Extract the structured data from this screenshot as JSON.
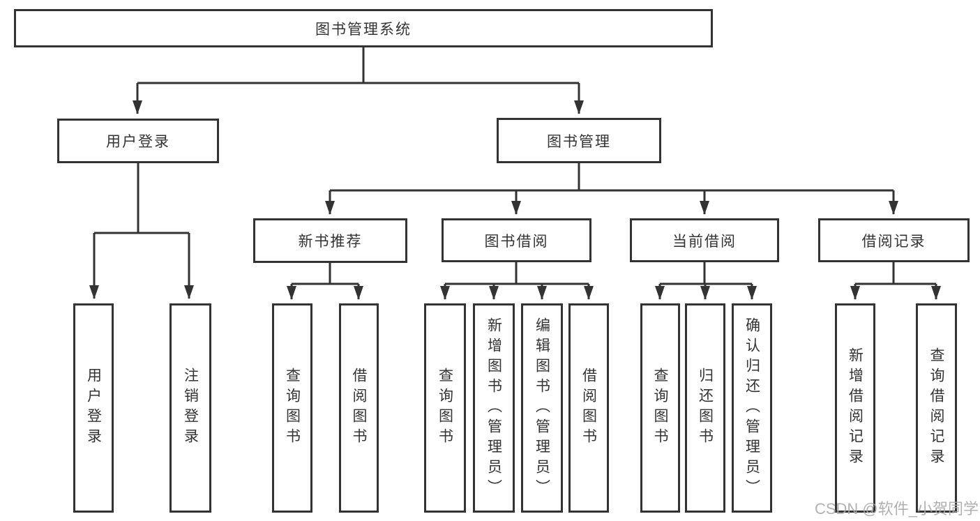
{
  "labels": {
    "root": "图书管理系统",
    "user_login": "用户登录",
    "book_management": "图书管理",
    "new_book_recommend": "新书推荐",
    "book_borrow": "图书借阅",
    "current_borrow": "当前借阅",
    "borrow_record": "借阅记录",
    "leaf_user_login": "用户登录",
    "leaf_logout": "注销登录",
    "leaf_query_book_a": "查询图书",
    "leaf_borrow_book_a": "借阅图书",
    "leaf_query_book_b": "查询图书",
    "leaf_add_book_admin": "新增图书（管理员）",
    "leaf_edit_book_admin": "编辑图书（管理员）",
    "leaf_borrow_book_b": "借阅图书",
    "leaf_query_book_c": "查询图书",
    "leaf_return_book": "归还图书",
    "leaf_confirm_return_admin": "确认归还（管理员）",
    "leaf_add_borrow_record": "新增借阅记录",
    "leaf_query_borrow_record": "查询借阅记录"
  },
  "hierarchy": {
    "root": "图书管理系统",
    "children": [
      {
        "label": "用户登录",
        "children": [
          "用户登录",
          "注销登录"
        ]
      },
      {
        "label": "图书管理",
        "children": [
          {
            "label": "新书推荐",
            "children": [
              "查询图书",
              "借阅图书"
            ]
          },
          {
            "label": "图书借阅",
            "children": [
              "查询图书",
              "新增图书（管理员）",
              "编辑图书（管理员）",
              "借阅图书"
            ]
          },
          {
            "label": "当前借阅",
            "children": [
              "查询图书",
              "归还图书",
              "确认归还（管理员）"
            ]
          },
          {
            "label": "借阅记录",
            "children": [
              "新增借阅记录",
              "查询借阅记录"
            ]
          }
        ]
      }
    ]
  },
  "watermark": "CSDN @软件_小贺同学",
  "colors": {
    "line": "#333333",
    "box_border": "#333333",
    "text": "#333333",
    "watermark": "#a9a9a9",
    "background": "#ffffff"
  }
}
